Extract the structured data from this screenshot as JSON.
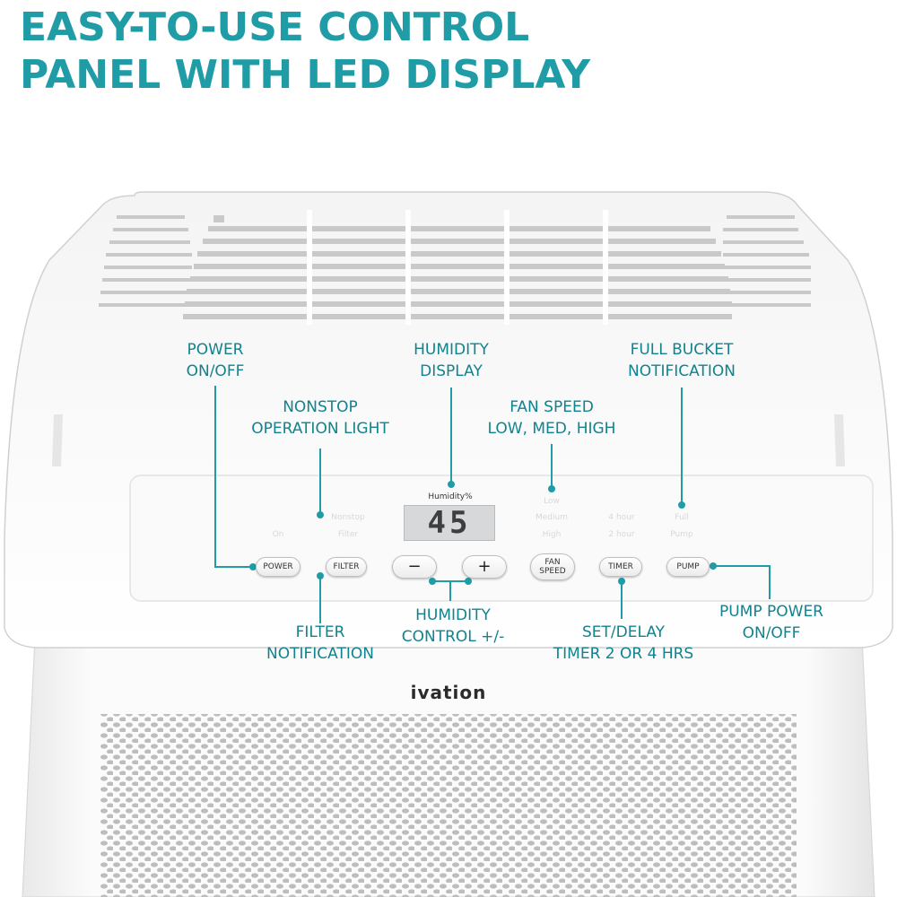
{
  "headline": {
    "line1": "EASY-TO-USE CONTROL",
    "line2": "PANEL WITH LED DISPLAY"
  },
  "accent_color": "#1f9ca6",
  "callouts": {
    "power": {
      "line1": "POWER",
      "line2": "ON/OFF"
    },
    "nonstop": {
      "line1": "NONSTOP",
      "line2": "OPERATION LIGHT"
    },
    "humidity_display": {
      "line1": "HUMIDITY",
      "line2": "DISPLAY"
    },
    "fan_speed": {
      "line1": "FAN SPEED",
      "line2": "LOW, MED, HIGH"
    },
    "full_bucket": {
      "line1": "FULL BUCKET",
      "line2": "NOTIFICATION"
    },
    "filter": {
      "line1": "FILTER",
      "line2": "NOTIFICATION"
    },
    "humidity_control": {
      "line1": "HUMIDITY",
      "line2": "CONTROL +/-"
    },
    "timer": {
      "line1": "SET/DELAY",
      "line2": "TIMER 2 OR 4 HRS"
    },
    "pump": {
      "line1": "PUMP POWER",
      "line2": "ON/OFF"
    }
  },
  "panel": {
    "display_label": "Humidity%",
    "display_value": "45",
    "indicators": {
      "on": "On",
      "nonstop": "Nonstop",
      "filter": "Filter",
      "low": "Low",
      "medium": "Medium",
      "high": "High",
      "hour4": "4 hour",
      "hour2": "2 hour",
      "full": "Full",
      "pump": "Pump"
    },
    "buttons": {
      "power": "POWER",
      "filter": "FILTER",
      "minus": "−",
      "plus": "+",
      "fan_speed_line1": "FAN",
      "fan_speed_line2": "SPEED",
      "timer": "TIMER",
      "pump": "PUMP"
    }
  },
  "brand": "ivation"
}
